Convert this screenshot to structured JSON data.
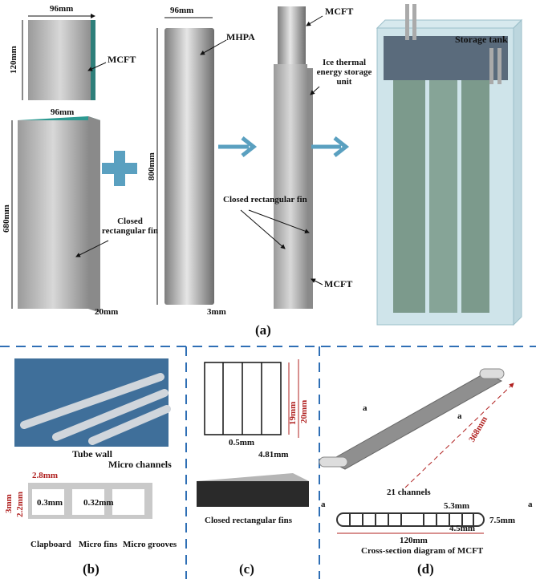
{
  "panel_a": {
    "caption": "(a)",
    "mcft_dims": {
      "width": "96mm",
      "height": "120mm"
    },
    "fin_dims": {
      "width": "96mm",
      "height": "680mm",
      "depth": "20mm"
    },
    "mhpa_dims": {
      "width": "96mm",
      "height": "800mm",
      "depth": "3mm"
    },
    "labels": {
      "mcft": "MCFT",
      "closed_fin": "Closed rectangular fin",
      "mhpa": "MHPA",
      "unit": "Ice thermal energy storage unit",
      "tank": "Storage tank"
    }
  },
  "panel_b": {
    "caption": "(b)",
    "labels": {
      "tube_wall": "Tube wall",
      "micro_channels": "Micro channels",
      "clapboard": "Clapboard",
      "micro_fins": "Micro fins",
      "micro_grooves": "Micro grooves"
    },
    "dims": {
      "pitch": "2.8mm",
      "height": "3mm",
      "inner": "2.2mm",
      "t1": "0.3mm",
      "t2": "0.32mm"
    }
  },
  "panel_c": {
    "caption": "(c)",
    "title": "Closed rectangular fins",
    "dims": {
      "inner_h": "19mm",
      "outer_h": "20mm",
      "thick": "0.5mm",
      "pitch": "4.81mm"
    }
  },
  "panel_d": {
    "caption": "(d)",
    "title": "Cross-section diagram of MCFT",
    "channels": "21 channels",
    "section_mark": "a",
    "dims": {
      "length": "368mm",
      "width": "120mm",
      "thickness": "7.5mm",
      "ch_h": "5.3mm",
      "ch_w": "4.5mm"
    }
  },
  "colors": {
    "divider": "#2f6fb5",
    "dim_red": "#b0201f",
    "arrow": "#5aa0c0"
  }
}
